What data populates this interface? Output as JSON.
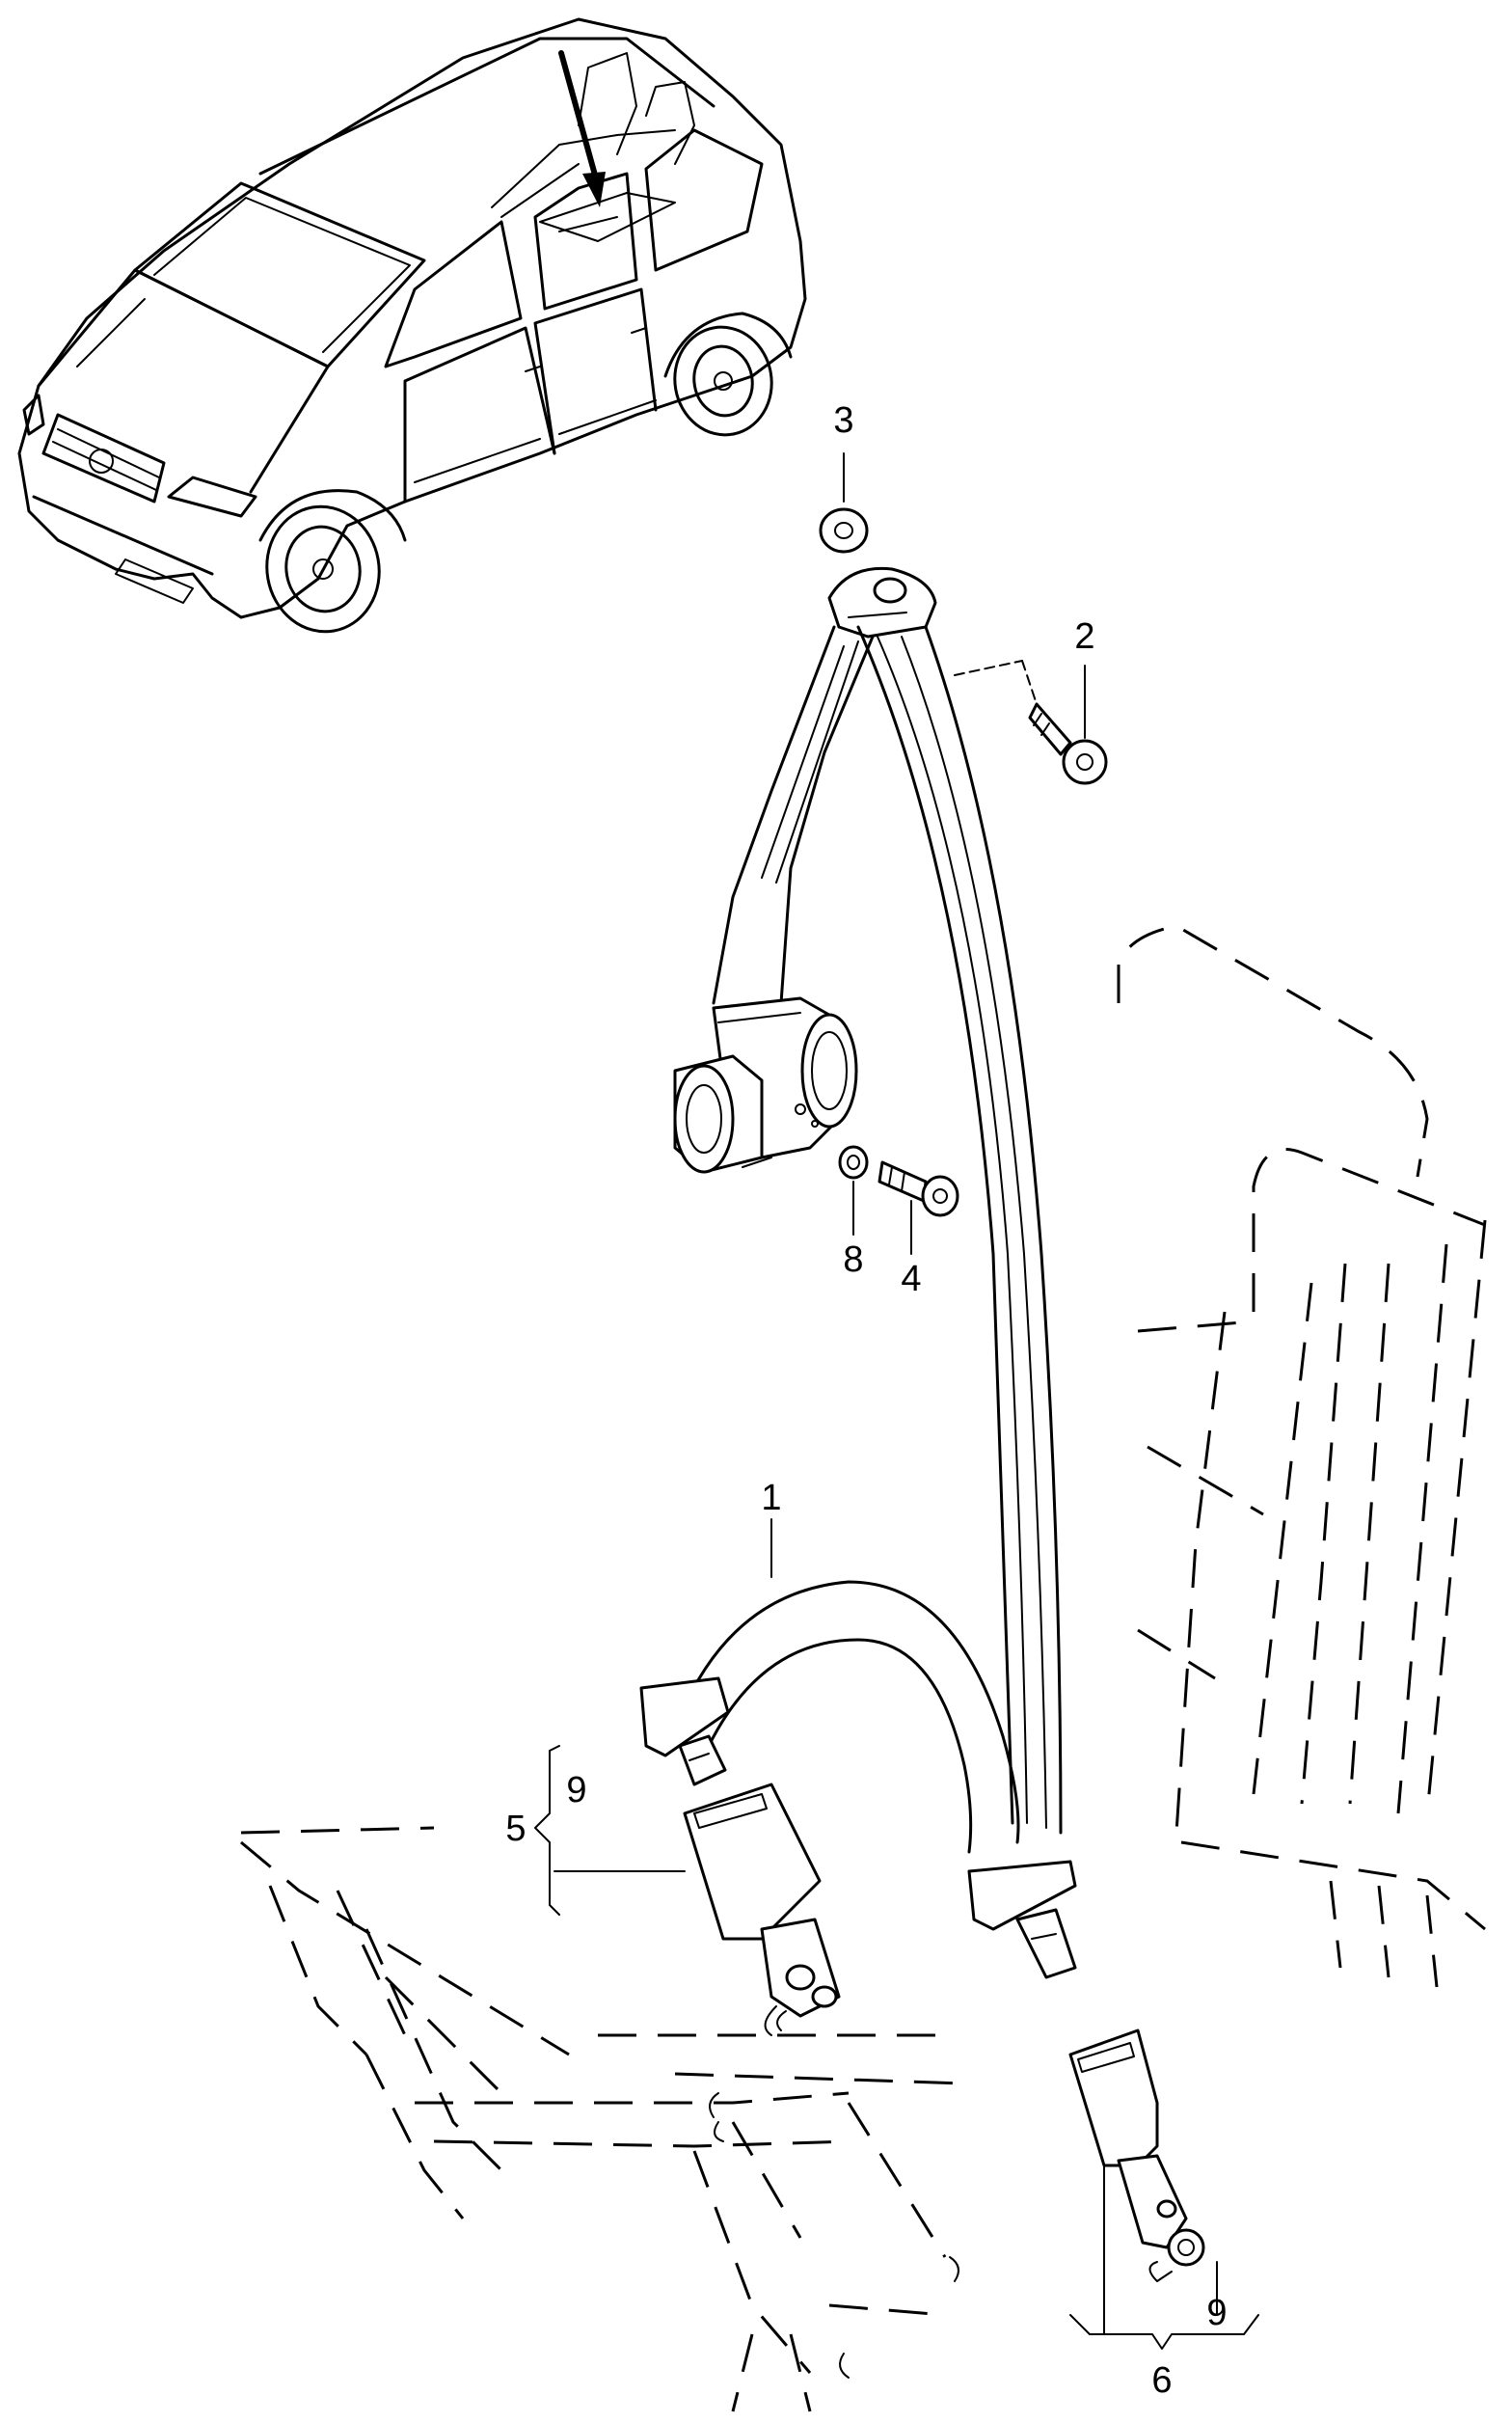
{
  "diagram": {
    "callouts": [
      {
        "id": "c1",
        "label": "1"
      },
      {
        "id": "c2",
        "label": "2"
      },
      {
        "id": "c3",
        "label": "3"
      },
      {
        "id": "c4",
        "label": "4"
      },
      {
        "id": "c5",
        "label": "5"
      },
      {
        "id": "c6",
        "label": "6"
      },
      {
        "id": "c8",
        "label": "8"
      },
      {
        "id": "c9a",
        "label": "9"
      },
      {
        "id": "c9b",
        "label": "9"
      }
    ]
  },
  "icons": {
    "vehicle": "car-overview-icon",
    "arrow": "location-arrow-icon",
    "belt": "seat-belt-icon",
    "retractor": "retractor-icon",
    "buckle": "buckle-icon",
    "bolt": "bolt-icon",
    "washer": "washer-icon"
  }
}
